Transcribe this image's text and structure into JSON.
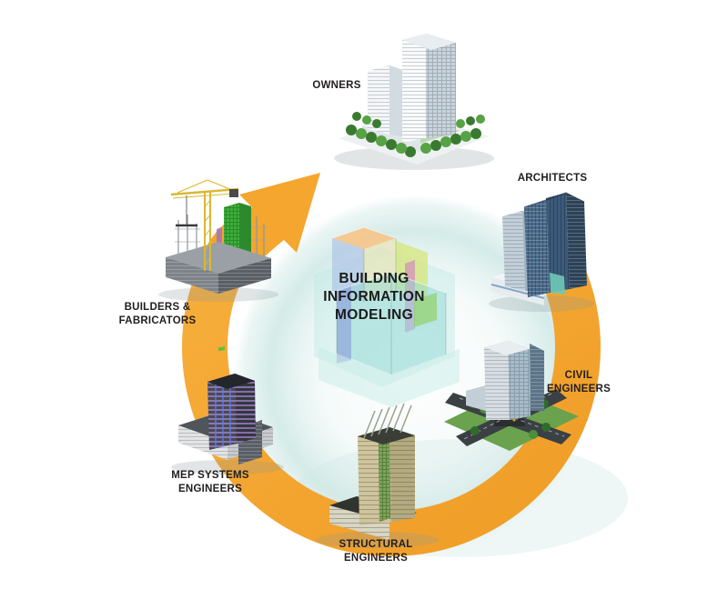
{
  "colors": {
    "arrow": "#F4A62E",
    "disc": "#D5EBE8",
    "label_text": "#221E1F",
    "center_text": "#1B1B1B"
  },
  "center_title": {
    "line1": "BUILDING",
    "line2": "INFORMATION",
    "line3": "MODELING"
  },
  "labels": {
    "owners": {
      "line1": "OWNERS",
      "line2": ""
    },
    "architects": {
      "line1": "ARCHITECTS",
      "line2": ""
    },
    "civil_engineers": {
      "line1": "CIVIL",
      "line2": "ENGINEERS"
    },
    "structural_engineers": {
      "line1": "STRUCTURAL",
      "line2": "ENGINEERS"
    },
    "mep_systems_engineers": {
      "line1": "MEP SYSTEMS",
      "line2": "ENGINEERS"
    },
    "builders_fabricators": {
      "line1": "BUILDERS &",
      "line2": "FABRICATORS"
    }
  },
  "icons": {
    "cycle_arrow": "orange-circular-arrow",
    "center_illustration": "translucent-bim-model-cube",
    "owners_illustration": "office-tower-with-trees",
    "architects_illustration": "glass-highrise-towers",
    "civil_engineers_illustration": "tower-with-road-intersection",
    "structural_engineers_illustration": "steel-frame-tower",
    "mep_systems_engineers_illustration": "building-with-mep-piping",
    "builders_fabricators_illustration": "construction-site-with-crane"
  }
}
